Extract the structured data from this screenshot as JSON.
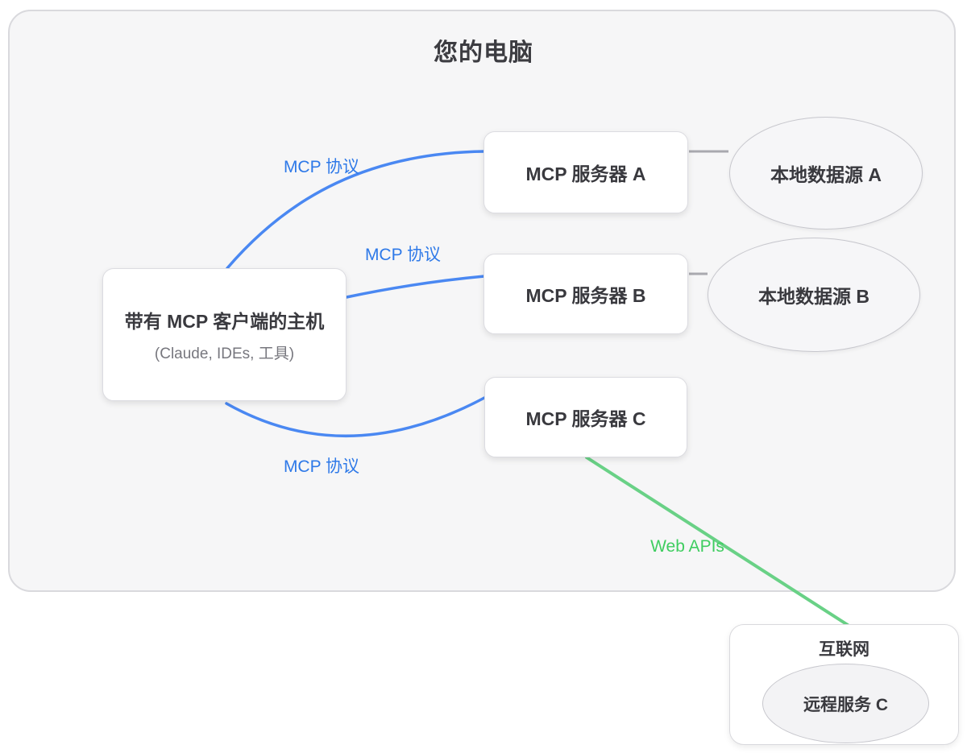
{
  "diagram": {
    "computer_label": "您的电脑",
    "host": {
      "title": "带有 MCP 客户端的主机",
      "subtitle": "(Claude, IDEs, 工具)"
    },
    "servers": [
      {
        "label": "MCP 服务器 A"
      },
      {
        "label": "MCP 服务器 B"
      },
      {
        "label": "MCP 服务器 C"
      }
    ],
    "data_sources": [
      {
        "label": "本地数据源 A"
      },
      {
        "label": "本地数据源 B"
      }
    ],
    "internet": {
      "label": "互联网",
      "remote_service": {
        "label": "远程服务 C"
      }
    },
    "edge_labels": {
      "mcp_1": "MCP 协议",
      "mcp_2": "MCP 协议",
      "mcp_3": "MCP 协议",
      "web_apis": "Web APIs"
    },
    "colors": {
      "mcp_edge_blue": "#4a88f2",
      "web_edge_green": "#69d186",
      "connector_gray": "#a9a9af",
      "blue_label": "#2e79e8",
      "green_label": "#3fcd60"
    }
  }
}
